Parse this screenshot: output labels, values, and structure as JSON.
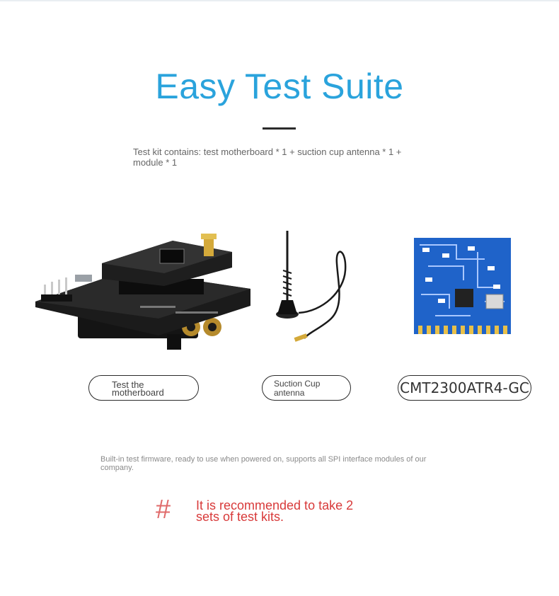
{
  "header": {
    "title": "Easy Test Suite"
  },
  "kit": {
    "contents": "Test kit contains: test motherboard * 1 + suction cup antenna * 1 + module * 1"
  },
  "products": [
    {
      "label": "Test the motherboard"
    },
    {
      "label": "Suction Cup antenna"
    },
    {
      "label": "CMT2300ATR4-GC"
    }
  ],
  "notes": {
    "firmware": "Built-in test firmware, ready to use when powered on, supports all SPI interface modules of our company.",
    "hash_symbol": "#",
    "recommendation": "It is recommended to take 2 sets of test kits."
  },
  "colors": {
    "title": "#2aa3dc",
    "recommendation": "#d83a3a",
    "module_pcb": "#1f63c9"
  }
}
